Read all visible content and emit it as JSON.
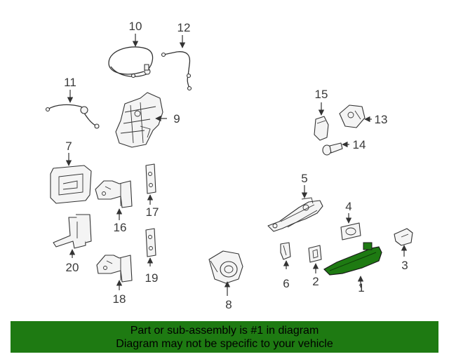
{
  "callouts": {
    "c1": "1",
    "c2": "2",
    "c3": "3",
    "c4": "4",
    "c5": "5",
    "c6": "6",
    "c7": "7",
    "c8": "8",
    "c9": "9",
    "c10": "10",
    "c11": "11",
    "c12": "12",
    "c13": "13",
    "c14": "14",
    "c15": "15",
    "c16": "16",
    "c17": "17",
    "c18": "18",
    "c19": "19",
    "c20": "20"
  },
  "highlight": {
    "part": "1",
    "color": "#1e7a12"
  },
  "banner": {
    "line1": "Part or sub-assembly is #1 in diagram",
    "line2": "Diagram may not be specific to your vehicle",
    "background": "#1e7a12"
  }
}
